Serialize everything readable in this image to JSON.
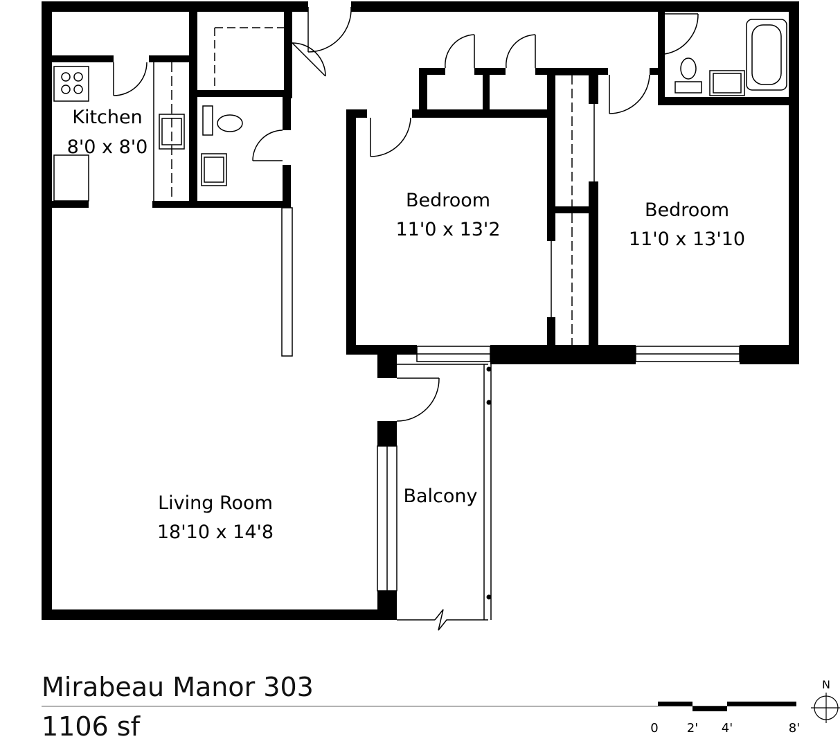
{
  "plan": {
    "rooms": [
      {
        "name": "Kitchen",
        "size": "8'0 x 8'0"
      },
      {
        "name": "Bedroom",
        "size": "11'0 x 13'2"
      },
      {
        "name": "Bedroom",
        "size": "11'0 x 13'10"
      },
      {
        "name": "Living Room",
        "size": "18'10 x 14'8"
      },
      {
        "name": "Balcony",
        "size": ""
      }
    ]
  },
  "title": {
    "name": "Mirabeau Manor 303",
    "area": "1106 sf"
  },
  "scale": {
    "ticks": [
      "0",
      "2'",
      "4'",
      "8'"
    ],
    "north": "N"
  },
  "colors": {
    "wall": "#000000",
    "line": "#000000",
    "background": "#ffffff"
  }
}
